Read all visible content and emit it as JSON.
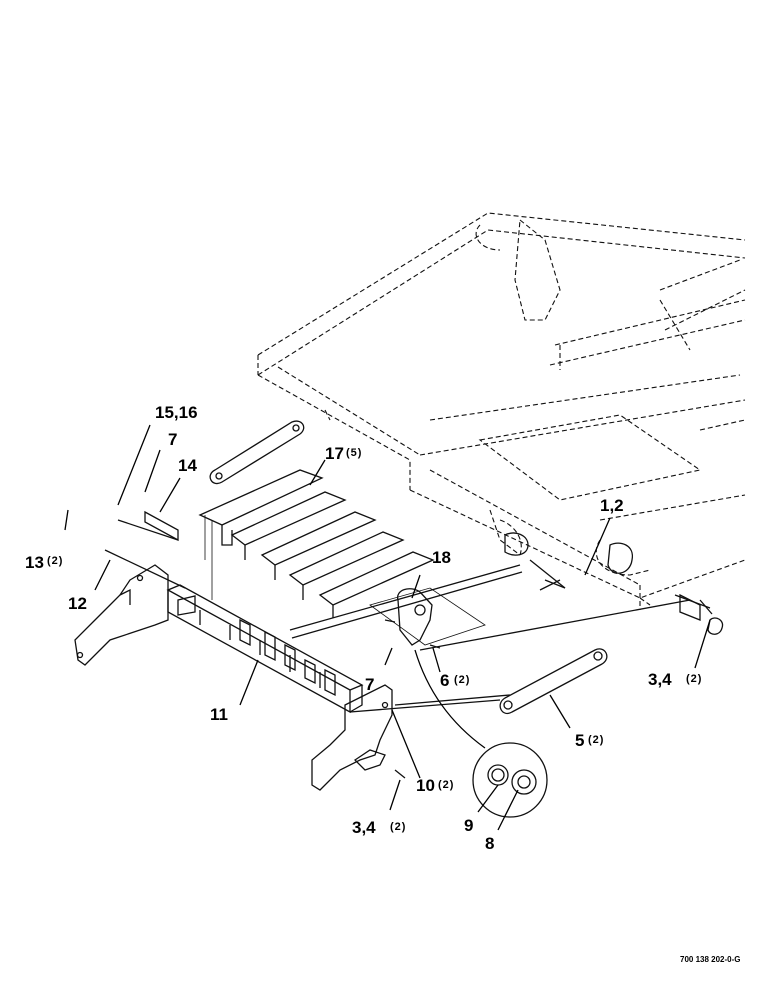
{
  "callouts": {
    "c15_16": "15,16",
    "c7_top": "7",
    "c14": "14",
    "c17": "17",
    "c17_qty": "(5)",
    "c13": "13",
    "c13_qty": "(2)",
    "c12": "12",
    "c18": "18",
    "c1_2": "1,2",
    "c7_mid": "7",
    "c6": "6",
    "c6_qty": "(2)",
    "c11": "11",
    "c3_4_right": "3,4",
    "c3_4_right_qty": "(2)",
    "c5": "5",
    "c5_qty": "(2)",
    "c10": "10",
    "c10_qty": "(2)",
    "c3_4_bottom": "3,4",
    "c3_4_bottom_qty": "(2)",
    "c9": "9",
    "c8": "8"
  },
  "drawing_code": "700 138 202-0-G"
}
